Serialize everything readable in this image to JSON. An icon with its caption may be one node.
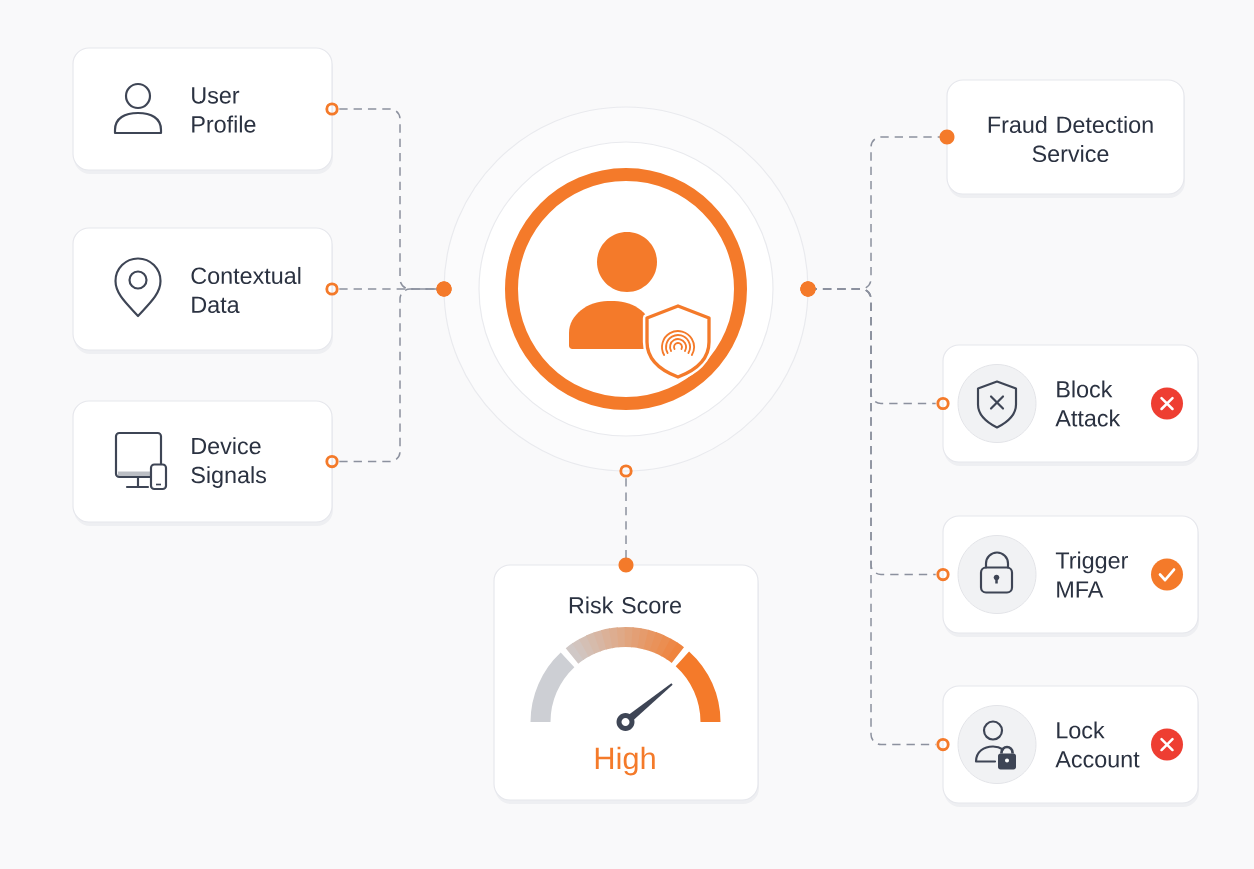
{
  "diagram": {
    "nodes": [
      {
        "text": [
          "User Profile"
        ]
      },
      {
        "text": [
          "Contextual Data"
        ]
      },
      {
        "text": [
          "Device Signals"
        ]
      },
      {
        "text": [],
        "shape": "circle"
      },
      {
        "text": [
          "Fraud Detection Service"
        ]
      },
      {
        "text": [
          "Block Attack"
        ]
      },
      {
        "text": [
          "Trigger MFA"
        ]
      },
      {
        "text": [
          "Lock Account"
        ]
      },
      {
        "text": [
          "Risk Score",
          "High"
        ]
      }
    ],
    "edges": [
      {
        "from": 0,
        "to": 3,
        "arrow": "other",
        "style": "dashed"
      },
      {
        "from": 1,
        "to": 3,
        "arrow": "other",
        "style": "dashed"
      },
      {
        "from": 2,
        "to": 3,
        "arrow": "other",
        "style": "dashed"
      },
      {
        "from": 3,
        "to": 4,
        "arrow": "other",
        "style": "dashed"
      },
      {
        "from": 3,
        "to": 5,
        "arrow": "other",
        "style": "dashed"
      },
      {
        "from": 3,
        "to": 6,
        "arrow": "other",
        "style": "dashed"
      },
      {
        "from": 3,
        "to": 7,
        "arrow": "other",
        "style": "dashed"
      },
      {
        "from": 3,
        "to": 8,
        "arrow": "other",
        "style": "dashed"
      }
    ]
  }
}
